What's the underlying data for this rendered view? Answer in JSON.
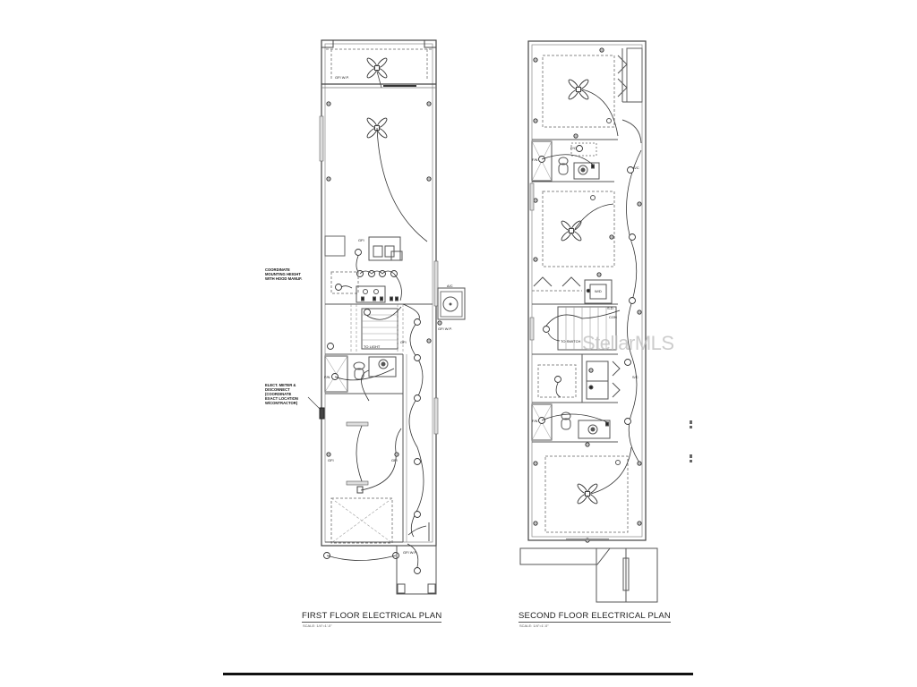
{
  "sheet": {
    "background": "#ffffff",
    "line_color": "#444444"
  },
  "plans": [
    {
      "id": "first-floor",
      "title": "FIRST FLOOR ELECTRICAL PLAN",
      "scale": "SCALE: 1/4\"=1'-0\"",
      "notes": {
        "hood": "COORDINATE\nMOUNTING HEIGHT\nWITH HOOD MANUF.",
        "meter": "ELECT. METER &\nDISCONNECT\n(COORDINATE\nEXACT LOCATION\nW/CONTRACTOR)"
      },
      "labels": {
        "gfi_porch": "GFI W.P.",
        "gfi_kitchen": "GFI",
        "to_light": "TO LIGHT",
        "gfi_stair": "GFI",
        "gfi_wp_exterior": "GFI W.P.",
        "ac_unit": "A/C",
        "gfi_garage_left": "GFI",
        "gfi_garage_right": "GFI",
        "gfi_entry": "GFI W.P.",
        "fan_bath": "F/N"
      }
    },
    {
      "id": "second-floor",
      "title": "SECOND FLOOR ELECTRICAL PLAN",
      "scale": "SCALE: 1/4\"=1'-0\"",
      "labels": {
        "fan_bath_top": "F/N",
        "pc": "P/C",
        "smoke_co": "S/C",
        "sd": "S.D.",
        "con": "CON",
        "to_switch": "TO SWITCH",
        "fan_bath_bottom": "F/N",
        "smoke_co_2": "S/C",
        "wd": "W/D"
      }
    }
  ],
  "watermark": "StellarMLS"
}
